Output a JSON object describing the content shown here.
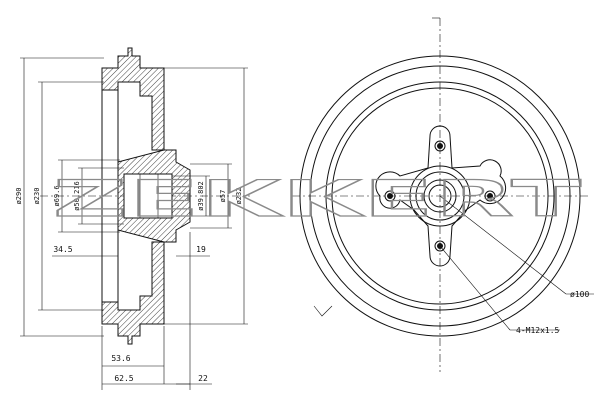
{
  "watermark": {
    "text": "ZEKKERT"
  },
  "side_view": {
    "dimensions": {
      "outer_diameter": "ø290",
      "inner_diameter": "ø230",
      "hub_outer": "ø69.6",
      "hub_inner": "ø50.216",
      "bore": "ø39.802",
      "hub_flange": "ø57",
      "rim_diameter": "ø232",
      "offset_a": "34.5",
      "offset_b": "19",
      "width_a": "53.6",
      "width_b": "62.5",
      "width_c": "22"
    }
  },
  "front_view": {
    "callouts": {
      "pitch_circle": "ø100",
      "bolt_thread": "4-M12x1.5"
    },
    "bolt_count": 4
  }
}
